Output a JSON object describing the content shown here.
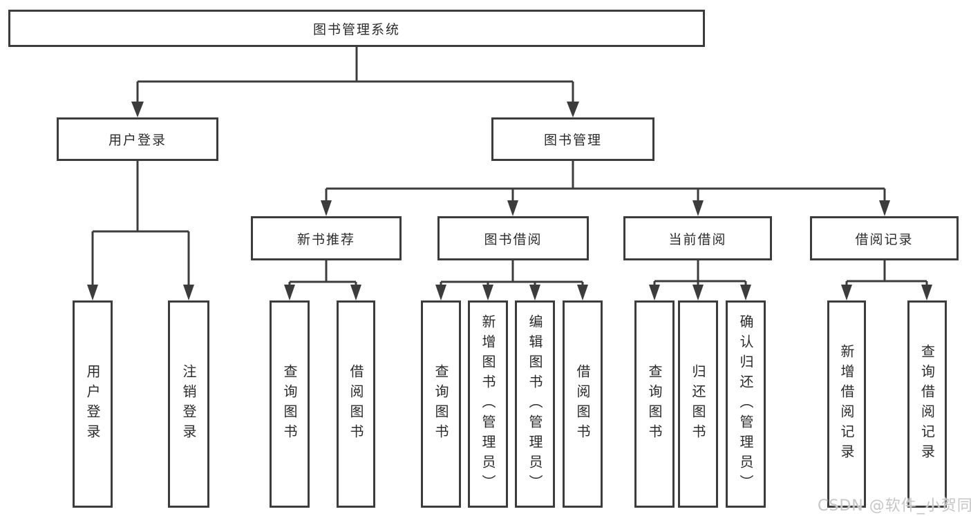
{
  "diagram": {
    "type": "hierarchy-tree",
    "colors": {
      "line": "#3c3c3c",
      "box_border": "#3c3c3c",
      "box_background": "#ffffff",
      "text": "#2b2b2b",
      "watermark_text": "#c6c6c6",
      "page_background": "#ffffff"
    },
    "tree": {
      "label": "图书管理系统",
      "children": [
        {
          "label": "用户登录",
          "children": [
            {
              "label": "用户登录"
            },
            {
              "label": "注销登录"
            }
          ]
        },
        {
          "label": "图书管理",
          "children": [
            {
              "label": "新书推荐",
              "children": [
                {
                  "label": "查询图书"
                },
                {
                  "label": "借阅图书"
                }
              ]
            },
            {
              "label": "图书借阅",
              "children": [
                {
                  "label": "查询图书"
                },
                {
                  "label": "新增图书（管理员）"
                },
                {
                  "label": "编辑图书（管理员）"
                },
                {
                  "label": "借阅图书"
                }
              ]
            },
            {
              "label": "当前借阅",
              "children": [
                {
                  "label": "查询图书"
                },
                {
                  "label": "归还图书"
                },
                {
                  "label": "确认归还（管理员）"
                }
              ]
            },
            {
              "label": "借阅记录",
              "children": [
                {
                  "label": "新增借阅记录"
                },
                {
                  "label": "查询借阅记录"
                }
              ]
            }
          ]
        }
      ]
    }
  },
  "watermark": {
    "text": "CSDN @软件_小贺同学"
  }
}
